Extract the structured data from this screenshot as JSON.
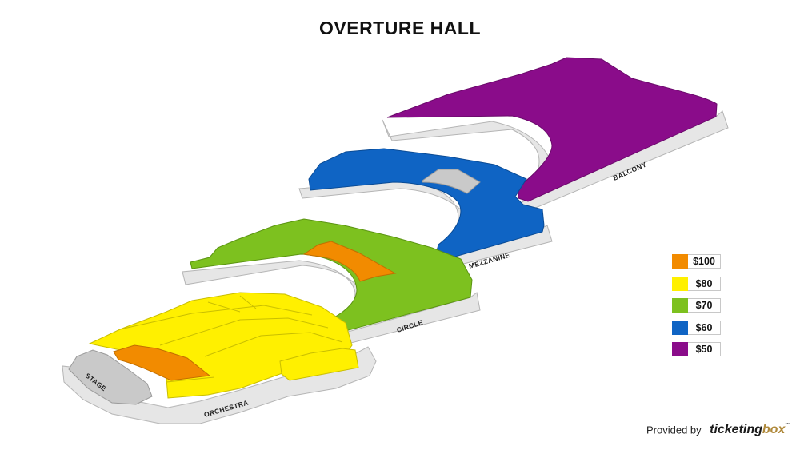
{
  "page": {
    "title": "OVERTURE HALL"
  },
  "sections": {
    "stage": "STAGE",
    "orchestra": "ORCHESTRA",
    "circle": "CIRCLE",
    "mezzanine": "MEZZANINE",
    "balcony": "BALCONY"
  },
  "colors": {
    "price_100": "#f28b00",
    "price_80": "#fff000",
    "price_70": "#7dc11f",
    "price_60": "#0f64c4",
    "price_50": "#8a0c8a",
    "unavailable": "#c9c9c9",
    "base": "#e9e9e9"
  },
  "legend": [
    {
      "price": "$100",
      "color": "#f28b00"
    },
    {
      "price": "$80",
      "color": "#fff000"
    },
    {
      "price": "$70",
      "color": "#7dc11f"
    },
    {
      "price": "$60",
      "color": "#0f64c4"
    },
    {
      "price": "$50",
      "color": "#8a0c8a"
    }
  ],
  "credit": {
    "prefix": "Provided by",
    "logo_part1": "ticketing",
    "logo_part2": "box",
    "trademark": "™"
  }
}
